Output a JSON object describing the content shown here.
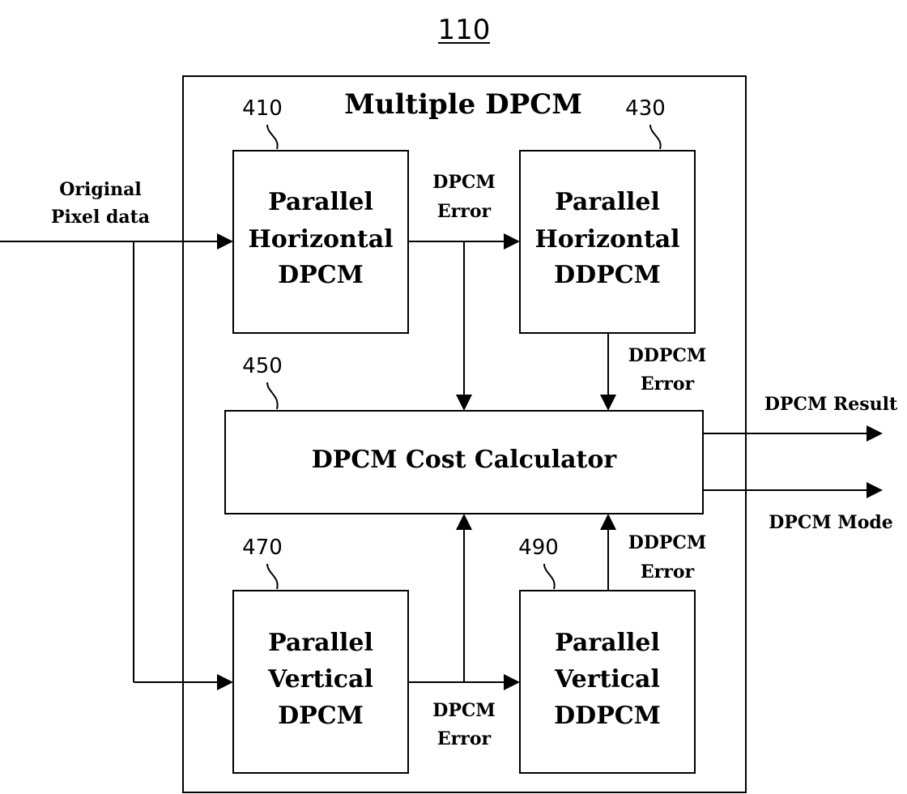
{
  "figure_number": "110",
  "container": {
    "title": "Multiple DPCM"
  },
  "blocks": {
    "b410": {
      "ref": "410",
      "lines": [
        "Parallel",
        "Horizontal",
        "DPCM"
      ]
    },
    "b430": {
      "ref": "430",
      "lines": [
        "Parallel",
        "Horizontal",
        "DDPCM"
      ]
    },
    "b450": {
      "ref": "450",
      "lines": [
        "DPCM Cost Calculator"
      ]
    },
    "b470": {
      "ref": "470",
      "lines": [
        "Parallel",
        "Vertical",
        "DPCM"
      ]
    },
    "b490": {
      "ref": "490",
      "lines": [
        "Parallel",
        "Vertical",
        "DDPCM"
      ]
    }
  },
  "signals": {
    "input": [
      "Original",
      "Pixel data"
    ],
    "dpcm_error_top": [
      "DPCM",
      "Error"
    ],
    "ddpcm_error_top": [
      "DDPCM",
      "Error"
    ],
    "ddpcm_error_bottom": [
      "DDPCM",
      "Error"
    ],
    "dpcm_error_bottom": [
      "DPCM",
      "Error"
    ],
    "result": "DPCM Result",
    "mode": "DPCM Mode"
  }
}
